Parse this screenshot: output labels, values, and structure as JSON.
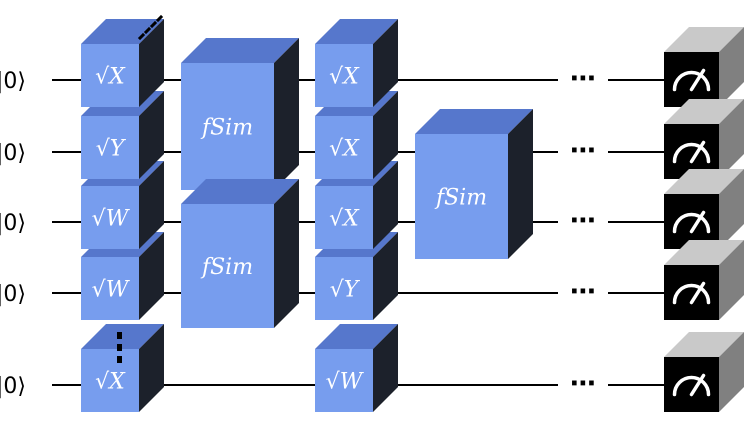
{
  "title": "",
  "colors": {
    "gate_front": "#779dee",
    "gate_top": "#5677cc",
    "gate_side": "#1c212b",
    "meter_front": "#000000",
    "meter_top": "#c9c9c9",
    "meter_side": "#808080",
    "wire": "#000000"
  },
  "qubits": [
    {
      "ket": "|0⟩"
    },
    {
      "ket": "|0⟩"
    },
    {
      "ket": "|0⟩"
    },
    {
      "ket": "|0⟩"
    },
    {
      "ket": "|0⟩"
    }
  ],
  "layer1": [
    "√X",
    "√Y",
    "√W",
    "√W",
    "√X"
  ],
  "layer2": [
    "√X",
    "√X",
    "√X",
    "√Y",
    "√W"
  ],
  "fsim_label": "fSim",
  "ellipsis": "⋯",
  "measure_icon": "measurement-meter-icon"
}
